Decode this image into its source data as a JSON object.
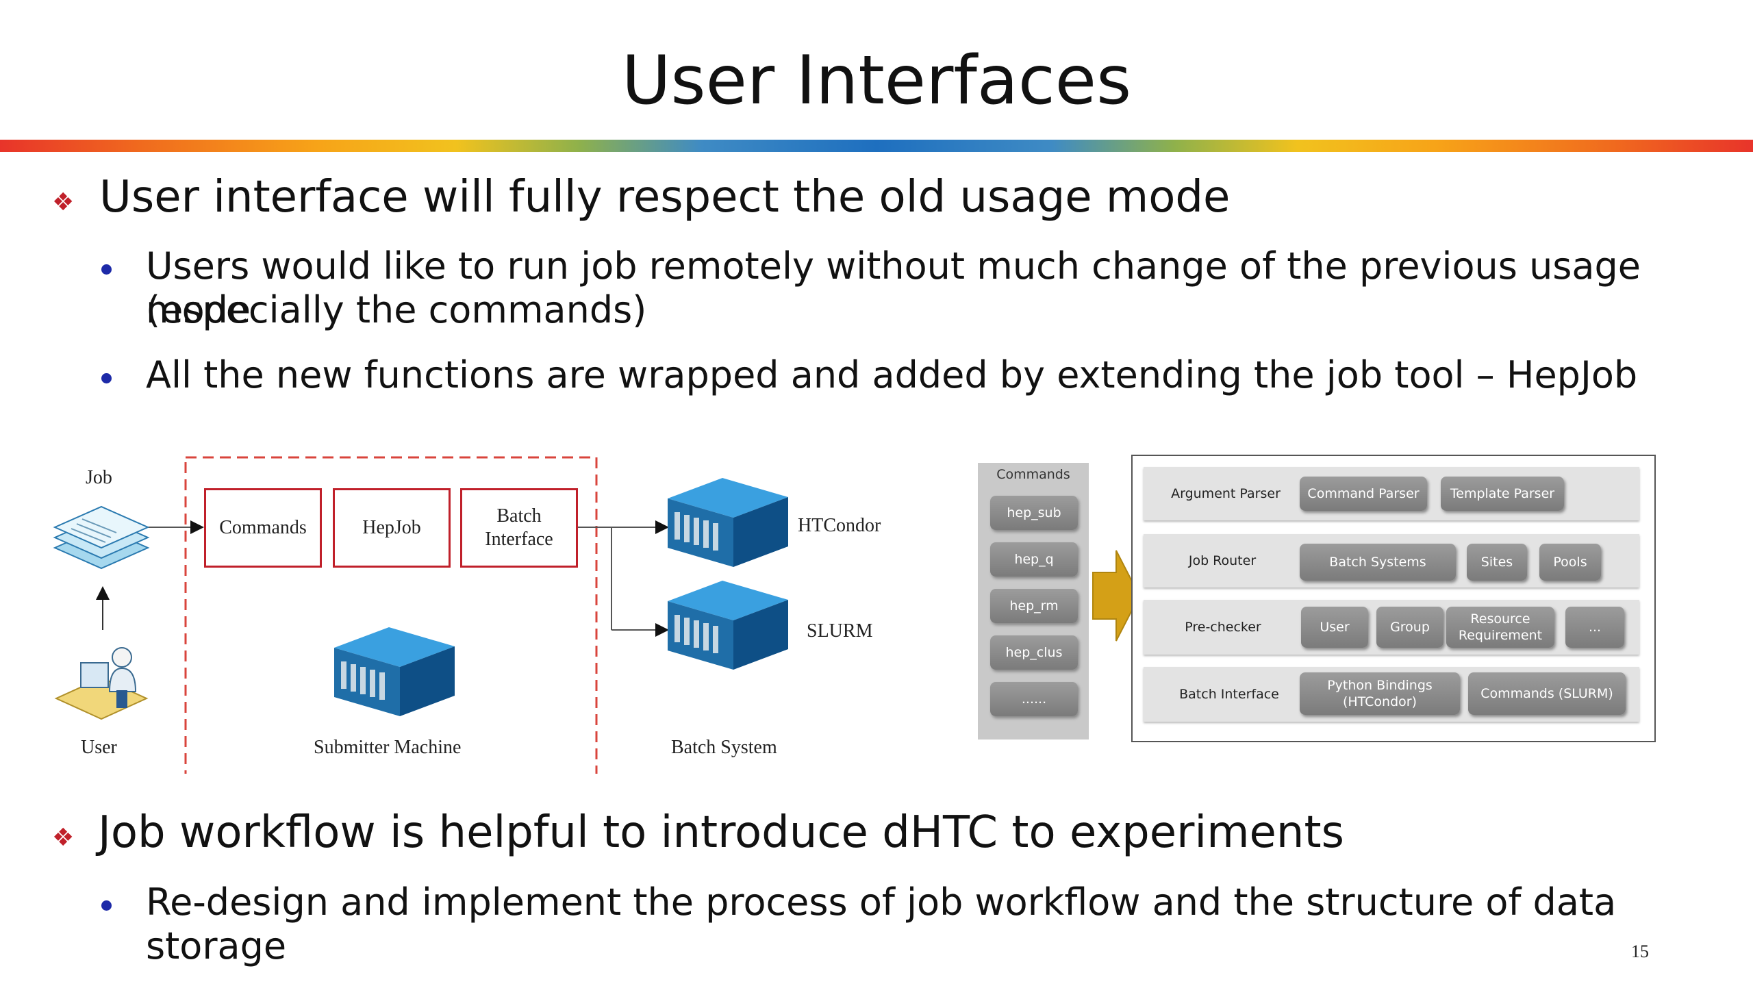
{
  "title": "User Interfaces",
  "bullets": {
    "b1": "User interface will fully respect the old usage mode",
    "b1_1_line1": "Users would like to run job remotely without much change of the previous usage mode",
    "b1_1_line2": "(especially the commands)",
    "b1_2": "All the new functions are wrapped and added by extending the job tool – HepJob",
    "b2": "Job workflow is helpful to introduce dHTC to experiments",
    "b2_1": "Re-design and implement the process of job workflow and the structure of data storage"
  },
  "left_diagram": {
    "job_label": "Job",
    "user_label": "User",
    "boxes": {
      "commands": "Commands",
      "hepjob": "HepJob",
      "batch_line1": "Batch",
      "batch_line2": "Interface"
    },
    "submitter_label": "Submitter Machine",
    "htcondor_label": "HTCondor",
    "slurm_label": "SLURM",
    "batch_system_label": "Batch System"
  },
  "right_diagram": {
    "commands_header": "Commands",
    "commands": [
      "hep_sub",
      "hep_q",
      "hep_rm",
      "hep_clus",
      "......"
    ],
    "rows": {
      "argument_parser": {
        "label": "Argument Parser",
        "items": [
          "Command Parser",
          "Template Parser"
        ]
      },
      "job_router": {
        "label": "Job Router",
        "items": [
          "Batch Systems",
          "Sites",
          "Pools"
        ]
      },
      "pre_checker": {
        "label": "Pre-checker",
        "items": [
          "User",
          "Group",
          "Resource",
          "Requirement",
          "..."
        ]
      },
      "batch_interface": {
        "label": "Batch Interface",
        "items": [
          "Python Bindings",
          "(HTCondor)",
          "Commands (SLURM)"
        ]
      }
    }
  },
  "page_number": "15",
  "colors": {
    "red": "#c0202a",
    "bullet_blue": "#1d2aa8",
    "server_blue": "#1a73b5",
    "arrow_gold": "#d4a017"
  }
}
